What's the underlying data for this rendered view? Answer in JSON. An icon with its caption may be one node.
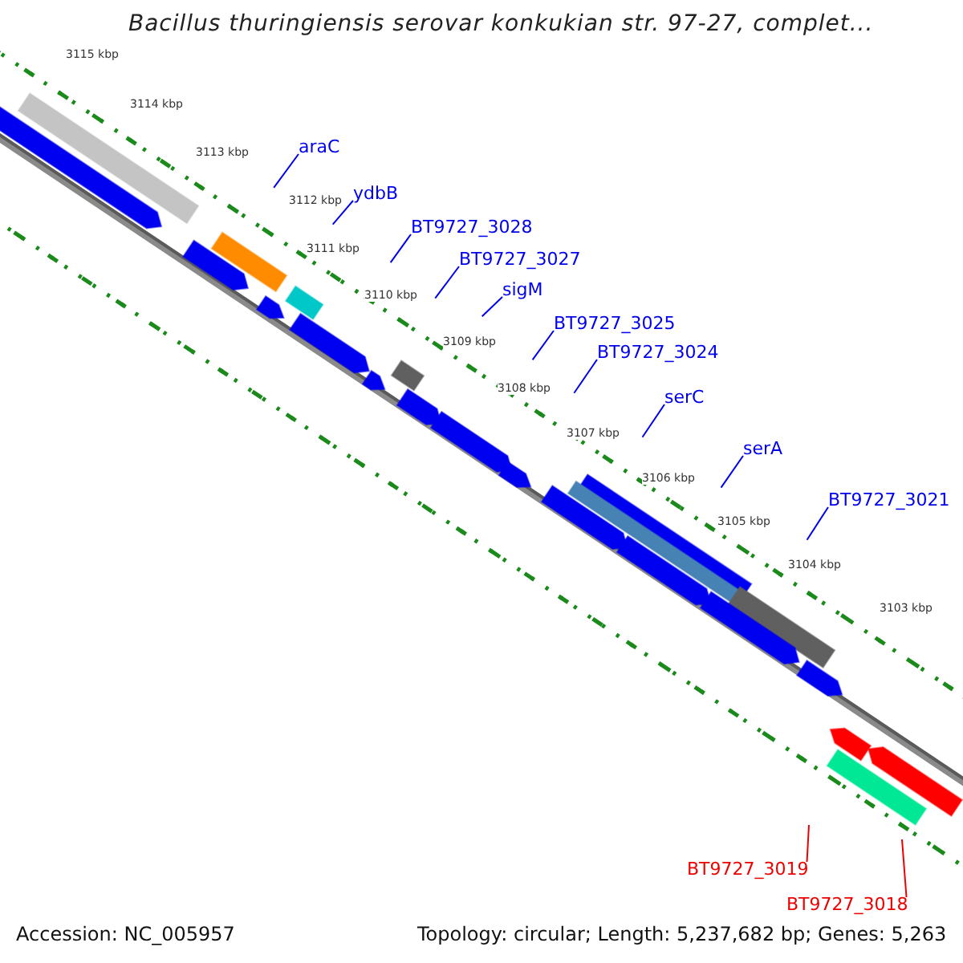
{
  "diagram": {
    "title": "Bacillus thuringiensis serovar konkukian str. 97-27, complet...",
    "nodes": [
      {
        "text": [
          "araC"
        ]
      },
      {
        "text": [
          "ydbB"
        ]
      },
      {
        "text": [
          "BT9727_3028"
        ]
      },
      {
        "text": [
          "BT9727_3027"
        ]
      },
      {
        "text": [
          "sigM"
        ]
      },
      {
        "text": [
          "BT9727_3025"
        ]
      },
      {
        "text": [
          "BT9727_3024"
        ]
      },
      {
        "text": [
          "serC"
        ]
      },
      {
        "text": [
          "serA"
        ]
      },
      {
        "text": [
          "BT9727_3021"
        ]
      },
      {
        "text": [
          "BT9727_3019"
        ]
      },
      {
        "text": [
          "BT9727_3018"
        ]
      }
    ],
    "edges": [
      {
        "from": 0,
        "to": null,
        "arrow": "none"
      },
      {
        "from": 1,
        "to": null,
        "arrow": "none"
      },
      {
        "from": 2,
        "to": null,
        "arrow": "none"
      },
      {
        "from": 3,
        "to": null,
        "arrow": "none"
      },
      {
        "from": 4,
        "to": null,
        "arrow": "none"
      },
      {
        "from": 5,
        "to": null,
        "arrow": "none"
      },
      {
        "from": 6,
        "to": null,
        "arrow": "none"
      },
      {
        "from": 7,
        "to": null,
        "arrow": "none"
      },
      {
        "from": 8,
        "to": null,
        "arrow": "none"
      },
      {
        "from": 9,
        "to": null,
        "arrow": "none"
      },
      {
        "from": 10,
        "to": null,
        "arrow": "none",
        "color": "#ee0000"
      },
      {
        "from": 11,
        "to": null,
        "arrow": "none",
        "color": "#ee0000"
      }
    ],
    "labels": [
      "3115 kbp",
      "3114 kbp",
      "3113 kbp",
      "3112 kbp",
      "3111 kbp",
      "3110 kbp",
      "3109 kbp",
      "3108 kbp",
      "3107 kbp",
      "3106 kbp",
      "3105 kbp",
      "3104 kbp",
      "3103 kbp",
      "Accession: NC_005957",
      "Topology: circular; Length: 5,237,682 bp; Genes: 5,263"
    ]
  }
}
